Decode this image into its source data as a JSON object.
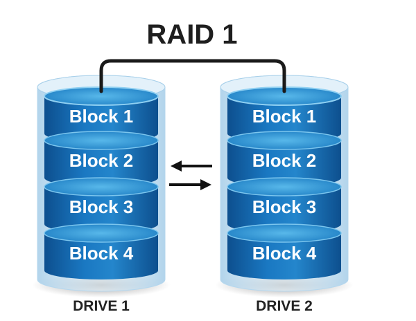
{
  "title": "RAID 1",
  "drives": [
    {
      "label": "DRIVE 1",
      "blocks": [
        "Block 1",
        "Block 2",
        "Block 3",
        "Block 4"
      ]
    },
    {
      "label": "DRIVE 2",
      "blocks": [
        "Block 1",
        "Block 2",
        "Block 3",
        "Block 4"
      ]
    }
  ],
  "colors": {
    "disk_top": "#3aa0dc",
    "disk_side": "#1469b4",
    "disk_side_dark": "#0d4f8e",
    "casing": "#cfe6f5",
    "connector": "#1a1a1a",
    "arrow": "#111111",
    "text_dark": "#1e1e1e"
  }
}
